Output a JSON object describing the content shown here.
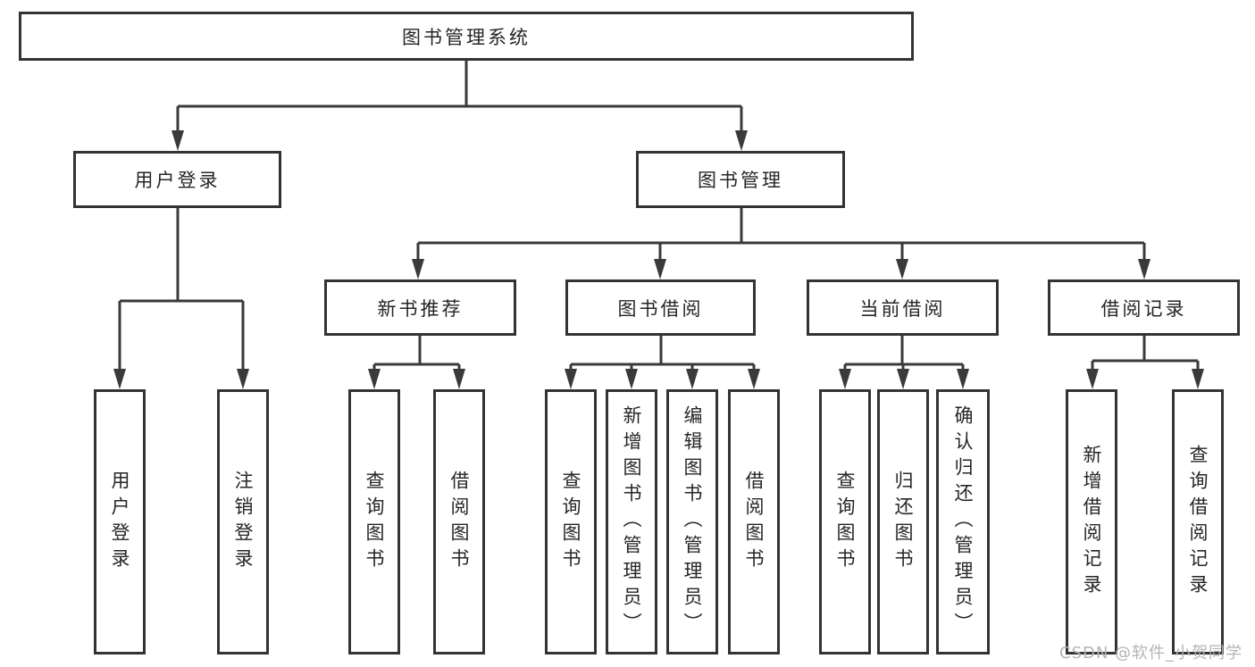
{
  "diagram": {
    "root": {
      "label": "图书管理系统"
    },
    "level2": [
      {
        "label": "用户登录"
      },
      {
        "label": "图书管理"
      }
    ],
    "level3": [
      {
        "label": "新书推荐"
      },
      {
        "label": "图书借阅"
      },
      {
        "label": "当前借阅"
      },
      {
        "label": "借阅记录"
      }
    ],
    "leaf_groups": [
      {
        "parent": "用户登录",
        "items": [
          {
            "label": "用户登录"
          },
          {
            "label": "注销登录"
          }
        ]
      },
      {
        "parent": "新书推荐",
        "items": [
          {
            "label": "查询图书"
          },
          {
            "label": "借阅图书"
          }
        ]
      },
      {
        "parent": "图书借阅",
        "items": [
          {
            "label": "查询图书"
          },
          {
            "label": "新增图书（管理员）"
          },
          {
            "label": "编辑图书（管理员）"
          },
          {
            "label": "借阅图书"
          }
        ]
      },
      {
        "parent": "当前借阅",
        "items": [
          {
            "label": "查询图书"
          },
          {
            "label": "归还图书"
          },
          {
            "label": "确认归还（管理员）"
          }
        ]
      },
      {
        "parent": "借阅记录",
        "items": [
          {
            "label": "新增借阅记录"
          },
          {
            "label": "查询借阅记录"
          }
        ]
      }
    ]
  },
  "watermark": "CSDN @软件_小贺同学",
  "colors": {
    "background": "#ffffff",
    "line": "#3a3a3a",
    "box_border": "#333333",
    "text": "#262626",
    "watermark": "#b4b4b4"
  }
}
